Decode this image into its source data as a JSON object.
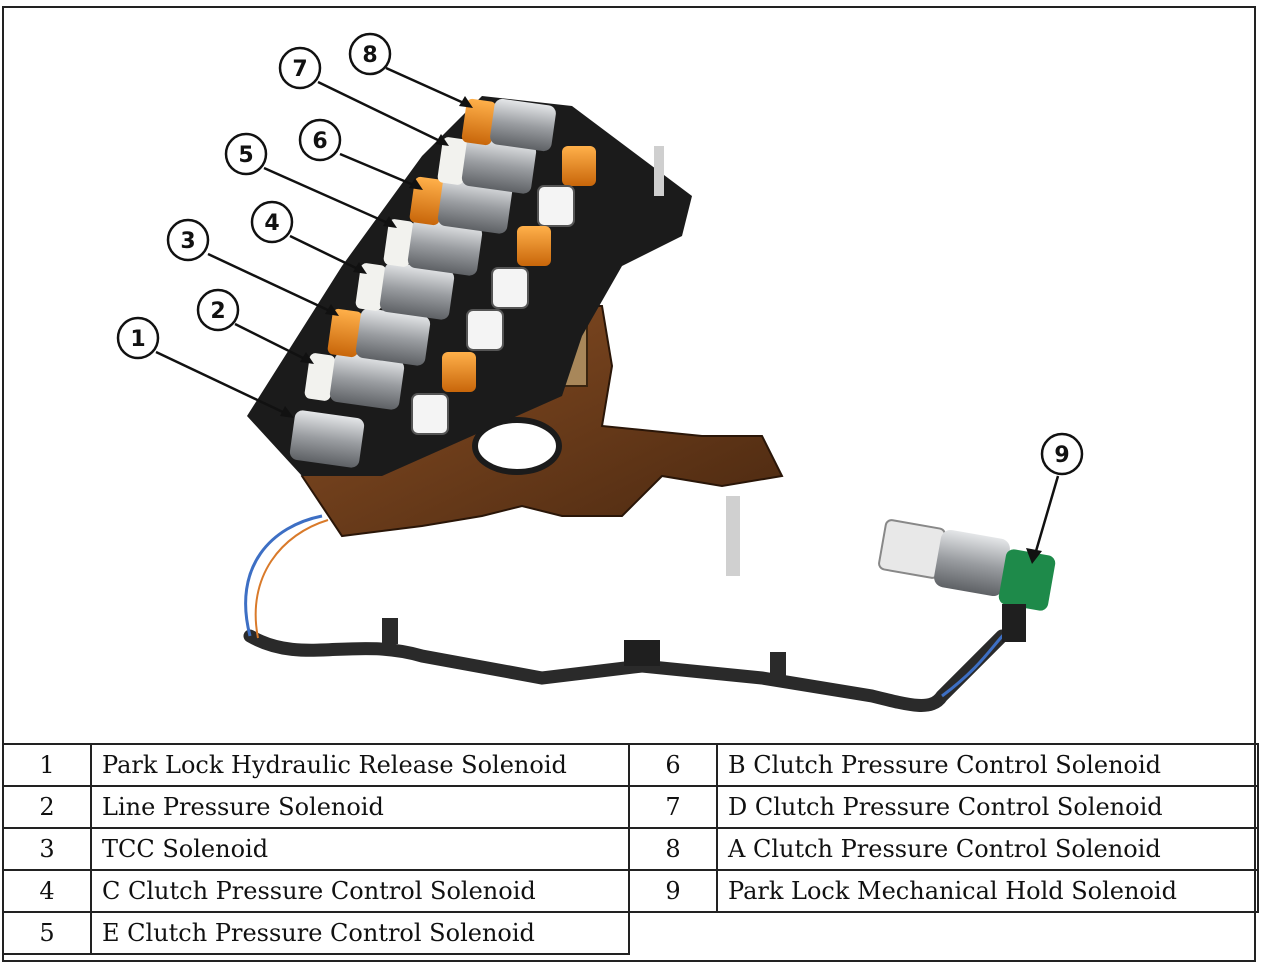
{
  "callouts": [
    "1",
    "2",
    "3",
    "4",
    "5",
    "6",
    "7",
    "8",
    "9"
  ],
  "legend": {
    "left": [
      {
        "num": "1",
        "label": "Park Lock Hydraulic Release Solenoid"
      },
      {
        "num": "2",
        "label": "Line Pressure Solenoid"
      },
      {
        "num": "3",
        "label": "TCC Solenoid"
      },
      {
        "num": "4",
        "label": "C Clutch Pressure Control Solenoid"
      },
      {
        "num": "5",
        "label": "E Clutch Pressure Control Solenoid"
      }
    ],
    "right": [
      {
        "num": "6",
        "label": "B Clutch Pressure Control Solenoid"
      },
      {
        "num": "7",
        "label": "D Clutch Pressure Control Solenoid"
      },
      {
        "num": "8",
        "label": "A Clutch Pressure Control Solenoid"
      },
      {
        "num": "9",
        "label": "Park Lock Mechanical Hold Solenoid"
      }
    ]
  },
  "colors": {
    "body_black": "#1b1b1b",
    "pcb_brown": "#6b3a1a",
    "solenoid_orange": "#f08a1c",
    "solenoid_silver": "#a9acaf",
    "connector_green": "#1e8a4a"
  }
}
